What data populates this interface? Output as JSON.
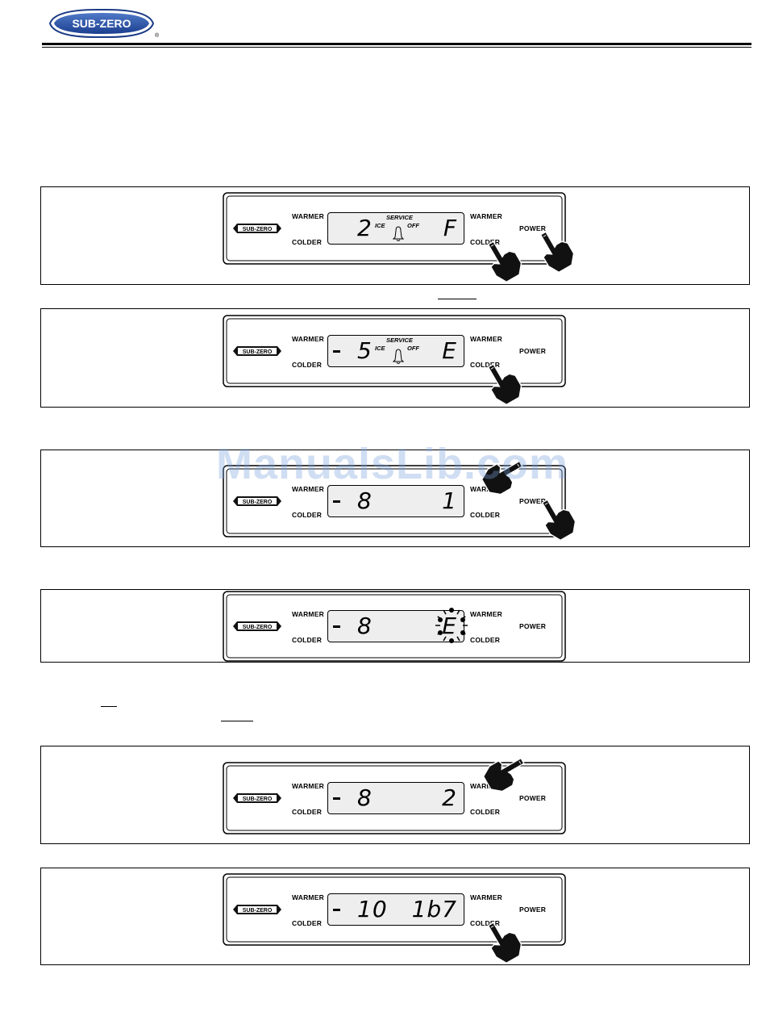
{
  "header": {
    "brand": "SUB-ZERO",
    "reg_mark": "®"
  },
  "labels": {
    "warmer": "WARMER",
    "colder": "COLDER",
    "power": "POWER"
  },
  "icons": {
    "bell": "bell-icon",
    "hand": "pointing-hand-icon",
    "sun": "blinking-indicator-icon"
  },
  "panels": [
    {
      "left": "2",
      "right": "F",
      "service": "SERVICE",
      "ice": "ICE",
      "off": "OFF",
      "dash": false
    },
    {
      "left": "5",
      "right": "E",
      "service": "SERVICE",
      "ice": "ICE",
      "off": "OFF",
      "dash": true
    },
    {
      "left": "8",
      "right": "1",
      "dash": true
    },
    {
      "left": "8",
      "right": "E",
      "dash": true
    },
    {
      "left": "8",
      "right": "2",
      "dash": true
    },
    {
      "left": "10",
      "right": "1b7",
      "dash": true
    }
  ],
  "watermark": "ManualsLib.com"
}
